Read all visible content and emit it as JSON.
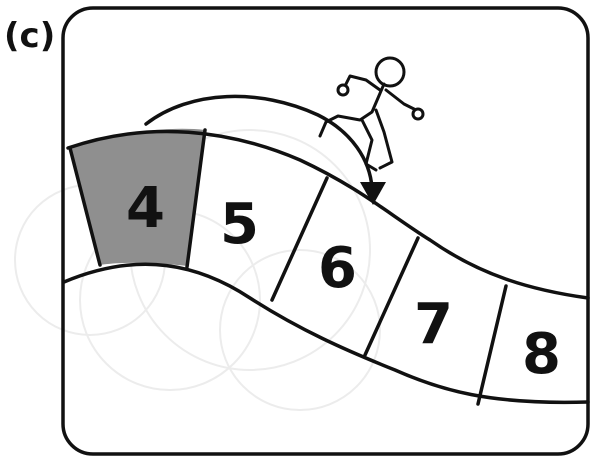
{
  "panel_label": "(c)",
  "track": {
    "squares": [
      "4",
      "5",
      "6",
      "7",
      "8"
    ],
    "highlighted_square": "4",
    "highlight_color": "#8f8f8f"
  },
  "figure": {
    "icon": "running-person-icon",
    "arrow": "jump-arrow"
  }
}
